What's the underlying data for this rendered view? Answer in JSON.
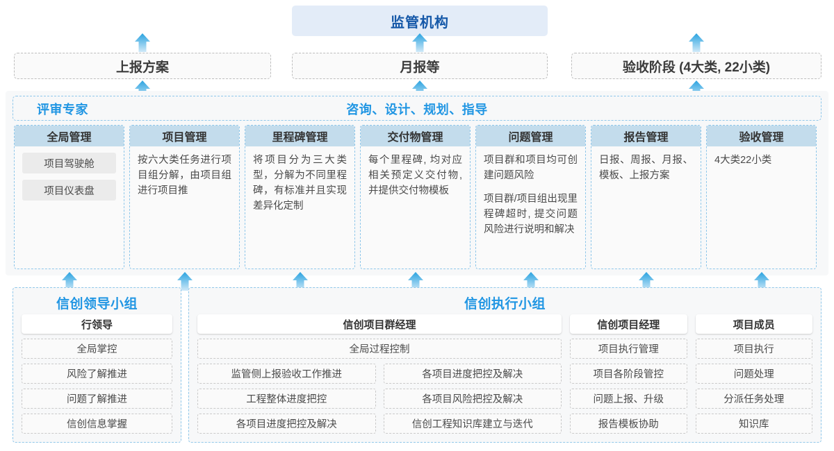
{
  "top": {
    "regulator": "监管机构",
    "reports": [
      "上报方案",
      "月报等",
      "验收阶段 (4大类, 22小类)"
    ]
  },
  "middle": {
    "header_left": "评审专家",
    "header_center": "咨询、设计、规划、指导",
    "cards": [
      {
        "title": "全局管理",
        "paras": [],
        "chips": [
          "项目驾驶舱",
          "项目仪表盘"
        ]
      },
      {
        "title": "项目管理",
        "paras": [
          "按六大类任务进行项目组分解，由项目组进行项目推"
        ],
        "chips": []
      },
      {
        "title": "里程碑管理",
        "paras": [
          "将项目分为三大类型，分解为不同里程碑，有标准并且实现差异化定制"
        ],
        "chips": []
      },
      {
        "title": "交付物管理",
        "paras": [
          "每个里程碑, 均对应相关预定义交付物, 并提供交付物模板"
        ],
        "chips": []
      },
      {
        "title": "问题管理",
        "paras": [
          "项目群和项目均可创建问题风险",
          "项目群/项目组出现里程碑超时, 提交问题风险进行说明和解决"
        ],
        "chips": []
      },
      {
        "title": "报告管理",
        "paras": [
          "日报、周报、月报、模板、上报方案"
        ],
        "chips": []
      },
      {
        "title": "验收管理",
        "paras": [
          "4大类22小类"
        ],
        "chips": []
      }
    ]
  },
  "bottom": {
    "groups": [
      {
        "title": "信创领导小组",
        "roles": [
          {
            "head": "行领导",
            "layout": "single",
            "items": [
              "全局掌控",
              "风险了解推进",
              "问题了解推进",
              "信创信息掌握"
            ]
          }
        ]
      },
      {
        "title": "信创执行小组",
        "roles": [
          {
            "head": "信创项目群经理",
            "layout": "wide",
            "full_item": "全局过程控制",
            "items_left": [
              "监管侧上报验收工作推进",
              "工程整体进度把控",
              "各项目进度把控及解决"
            ],
            "items_right": [
              "各项目进度把控及解决",
              "各项目风险把控及解决",
              "信创工程知识库建立与迭代"
            ]
          },
          {
            "head": "信创项目经理",
            "layout": "single",
            "items": [
              "项目执行管理",
              "项目各阶段管控",
              "问题上报、升级",
              "报告模板协助"
            ]
          },
          {
            "head": "项目成员",
            "layout": "single",
            "items": [
              "项目执行",
              "问题处理",
              "分派任务处理",
              "知识库"
            ]
          }
        ]
      }
    ]
  },
  "colors": {
    "accent_blue": "#2196e3",
    "title_blue": "#1558a8",
    "card_head": "#c3dcec",
    "regulator_bg": "#e3ecf8",
    "arrow_top": "#2aa3e0",
    "arrow_bottom": "#b9e0f5"
  },
  "arrows": {
    "top_row_x": [
      205,
      600,
      1000
    ],
    "mid_row_x": [
      100,
      260,
      420,
      580,
      740,
      900,
      1060
    ]
  }
}
